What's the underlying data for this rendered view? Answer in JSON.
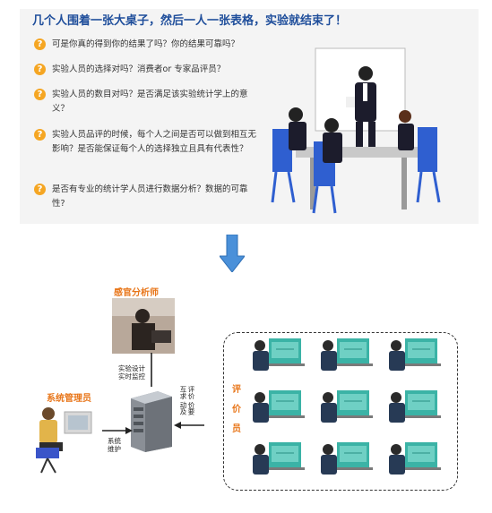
{
  "title": "几个人围着一张大桌子，然后一人一张表格，实验就结束了！",
  "question_icon": "?",
  "questions": [
    "可是你真的得到你的结果了吗？你的结果可靠吗？",
    "实验人员的选择对吗？消费者or 专家品评员？",
    "实验人员的数目对吗？是否满足该实验统计学上的意义？",
    "实验人员品评的时候，每个人之间是否可以做到相互无影响？是否能保证每个人的选择独立且具有代表性？",
    "是否有专业的统计学人员进行数据分析？数据的可靠性?"
  ],
  "diagram": {
    "analyst_title": "感官分析师",
    "analyst_to_server_label": [
      "实验设计",
      "实时监控"
    ],
    "admin_title": "系统管理员",
    "admin_to_server_label": [
      "系统",
      "维护"
    ],
    "raters_to_server_label": [
      "评价",
      "价要",
      "互求",
      "动及"
    ],
    "raters_label": [
      "评",
      "价",
      "员"
    ]
  },
  "colors": {
    "title": "#1f4e9b",
    "question_icon": "#f5a623",
    "role_title": "#e8761a",
    "arrow": "#4a90d9",
    "screen": "#3bb3a6"
  }
}
